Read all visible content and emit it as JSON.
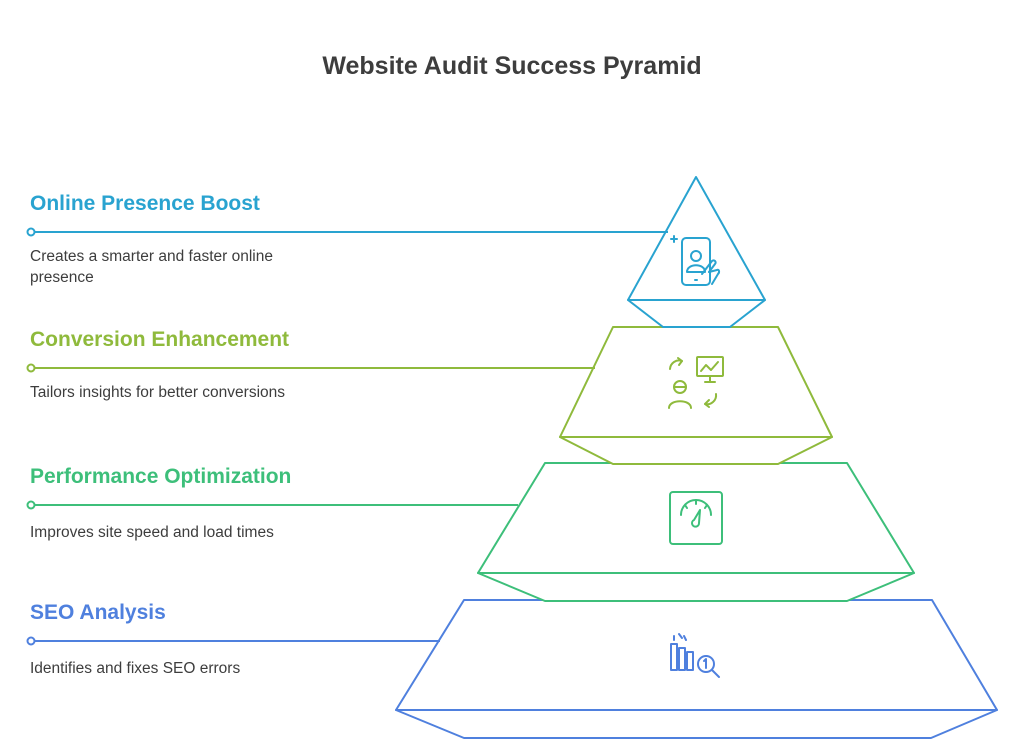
{
  "title": "Website Audit Success Pyramid",
  "levels": [
    {
      "heading": "Online Presence Boost",
      "description": "Creates a smarter and faster online presence",
      "color": "#29a3d0",
      "icon": "smartphone-user-icon"
    },
    {
      "heading": "Conversion Enhancement",
      "description": "Tailors insights for better conversions",
      "color": "#8fba3c",
      "icon": "user-analytics-icon"
    },
    {
      "heading": "Performance Optimization",
      "description": "Improves site speed and load times",
      "color": "#3dbf7a",
      "icon": "speedometer-icon"
    },
    {
      "heading": "SEO Analysis",
      "description": "Identifies and fixes SEO errors",
      "color": "#4f80de",
      "icon": "bar-chart-search-icon"
    }
  ]
}
